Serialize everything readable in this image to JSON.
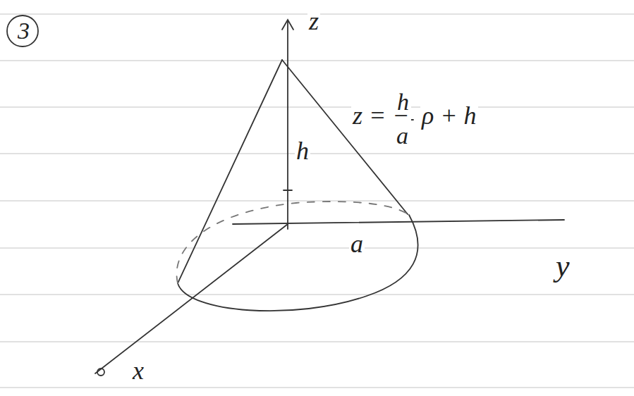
{
  "diagram": {
    "labels": [
      "3",
      "z",
      "h",
      "a",
      "y",
      "x",
      "z = −",
      "h",
      "a",
      "ρ + h"
    ]
  }
}
